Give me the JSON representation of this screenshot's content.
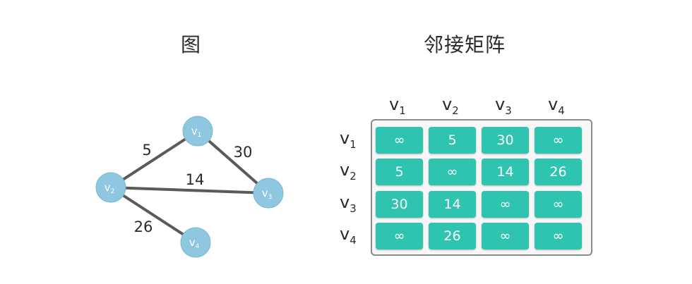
{
  "graph_title": "图",
  "matrix_title": "邻接矩阵",
  "colors": {
    "node": "#8fc6e0",
    "edge": "#5a5a5a",
    "cell": "#2ec4b0",
    "frame": "#8c8c8c"
  },
  "graph": {
    "nodes": [
      {
        "id": "v1",
        "name": "v",
        "sub": "1"
      },
      {
        "id": "v2",
        "name": "v",
        "sub": "2"
      },
      {
        "id": "v3",
        "name": "v",
        "sub": "3"
      },
      {
        "id": "v4",
        "name": "v",
        "sub": "4"
      }
    ],
    "edges": [
      {
        "from": "v1",
        "to": "v2",
        "weight": "5"
      },
      {
        "from": "v1",
        "to": "v3",
        "weight": "30"
      },
      {
        "from": "v2",
        "to": "v3",
        "weight": "14"
      },
      {
        "from": "v2",
        "to": "v4",
        "weight": "26"
      }
    ]
  },
  "matrix": {
    "col_headers": [
      {
        "name": "v",
        "sub": "1"
      },
      {
        "name": "v",
        "sub": "2"
      },
      {
        "name": "v",
        "sub": "3"
      },
      {
        "name": "v",
        "sub": "4"
      }
    ],
    "row_headers": [
      {
        "name": "v",
        "sub": "1"
      },
      {
        "name": "v",
        "sub": "2"
      },
      {
        "name": "v",
        "sub": "3"
      },
      {
        "name": "v",
        "sub": "4"
      }
    ],
    "rows": [
      [
        "∞",
        "5",
        "30",
        "∞"
      ],
      [
        "5",
        "∞",
        "14",
        "26"
      ],
      [
        "30",
        "14",
        "∞",
        "∞"
      ],
      [
        "∞",
        "26",
        "∞",
        "∞"
      ]
    ]
  }
}
